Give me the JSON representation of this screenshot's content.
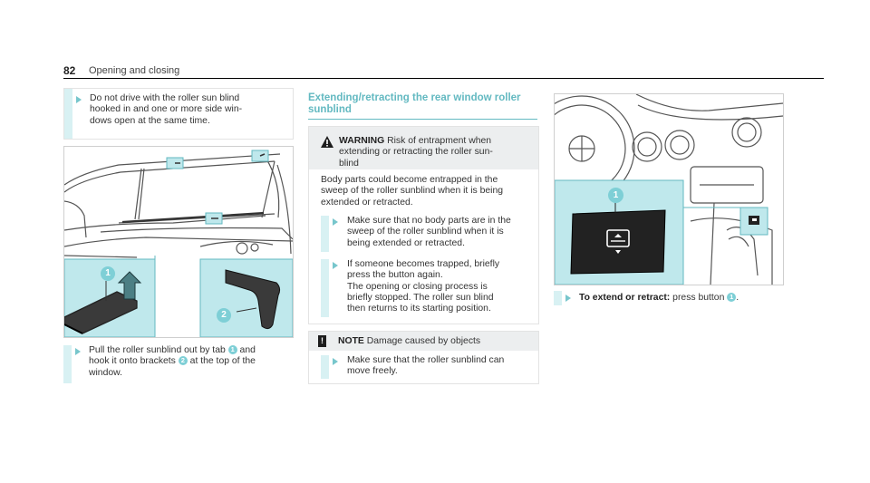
{
  "header": {
    "page_number": "82",
    "title": "Opening and closing"
  },
  "left_column": {
    "top_bullet": "Do not drive with the roller sun blind hooked in and one or more side windows open at the same time.",
    "top_bullet_lines": [
      "Do not drive with the roller sun blind",
      "hooked in and one or more side win-",
      "dows open at the same time."
    ],
    "callout_1": "1",
    "callout_2": "2",
    "instruction": {
      "line1_a": "Pull the roller sunblind out by tab",
      "line1_b": "and",
      "line2_a": "hook it onto brackets",
      "line2_b": "at the top of the",
      "line3": "window."
    }
  },
  "middle_column": {
    "heading_line1": "Extending/retracting the rear window roller",
    "heading_line2": "sunblind",
    "warning": {
      "label": "WARNING",
      "title_line1": "Risk of entrapment when",
      "title_line2": "extending or retracting the roller sun-",
      "title_line3": "blind",
      "body_lines": [
        "Body parts could become entrapped in the",
        "sweep of the roller sunblind when it is being",
        "extended or retracted."
      ],
      "bullet1_lines": [
        "Make sure that no body parts are in the",
        "sweep of the roller sunblind when it is",
        "being extended or retracted."
      ],
      "bullet2_lines": [
        "If someone becomes trapped, briefly",
        "press the button again.",
        "The opening or closing process is",
        "briefly stopped. The roller sun blind",
        "then returns to its starting position."
      ]
    },
    "note": {
      "label": "NOTE",
      "title": "Damage caused by objects",
      "bullet_lines": [
        "Make sure that the roller sunblind can",
        "move freely."
      ]
    }
  },
  "right_column": {
    "callout_1": "1",
    "instruction_bold": "To extend or retract:",
    "instruction_text": "press button",
    "instruction_end": "."
  },
  "colors": {
    "accent_teal": "#63b9c1",
    "callout_teal": "#7ecfd6",
    "highlight_teal": "#bfe8ec",
    "bullet_bar": "#d8f1f3",
    "warning_bg": "#eceeef"
  }
}
